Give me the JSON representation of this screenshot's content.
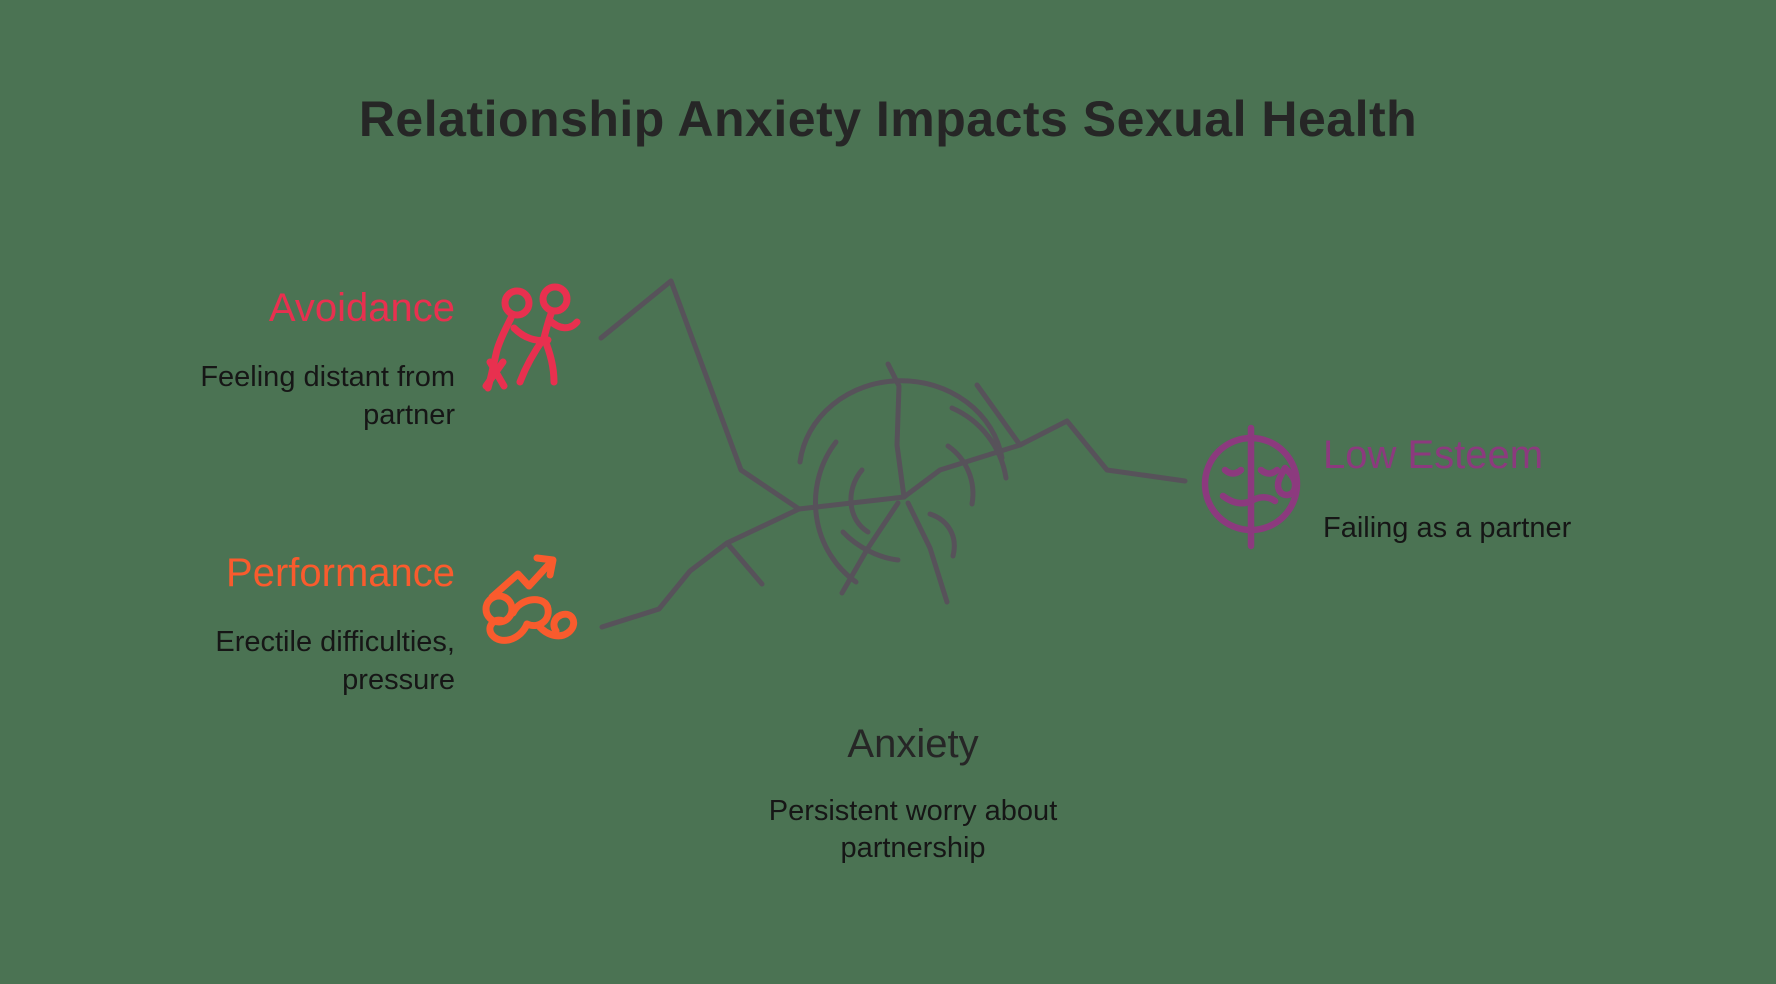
{
  "title": "Relationship Anxiety Impacts Sexual Health",
  "center_node": {
    "label": "Anxiety",
    "description": "Persistent worry about partnership"
  },
  "nodes": [
    {
      "id": "avoidance",
      "label": "Avoidance",
      "description": "Feeling distant from partner",
      "color": "#e8304f",
      "icon": "walking-couple-icon"
    },
    {
      "id": "performance",
      "label": "Performance",
      "description": "Erectile difficulties, pressure",
      "color": "#f95b2d",
      "icon": "situp-progress-arrow-icon"
    },
    {
      "id": "low-esteem",
      "label": "Low Esteem",
      "description": "Failing as a partner",
      "color": "#8c3a7e",
      "icon": "sad-face-tear-icon"
    }
  ],
  "colors": {
    "background": "#4b7353",
    "scribble": "#57525a",
    "title_text": "#262626",
    "body_text": "#161616"
  }
}
